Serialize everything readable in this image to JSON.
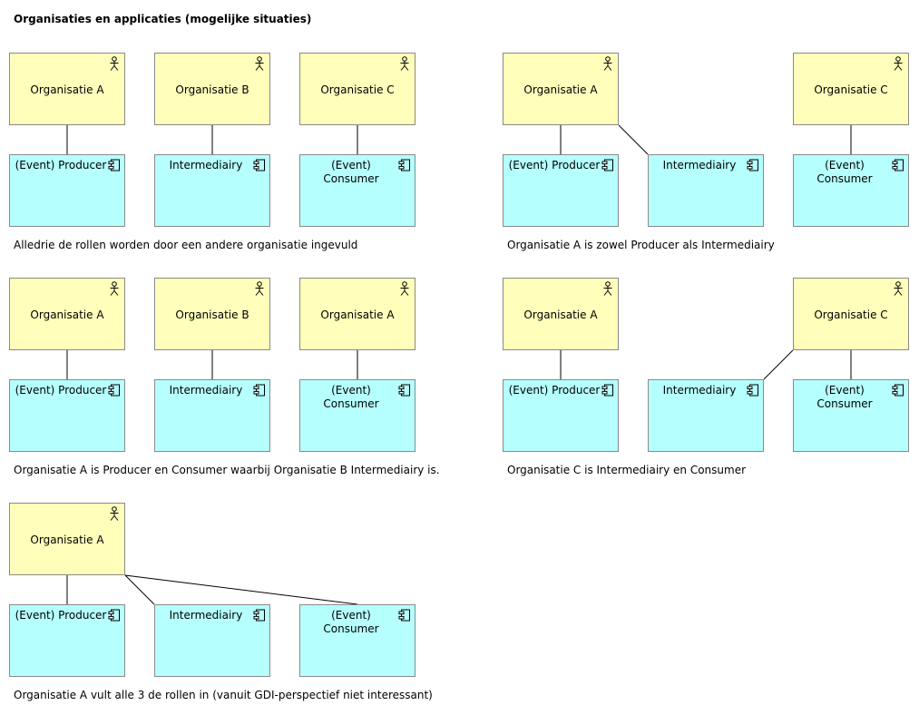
{
  "title": "Organisaties en applicaties (mogelijke situaties)",
  "icons": {
    "actor": "actor-icon",
    "component": "application-component-icon"
  },
  "colors": {
    "actor_fill": "#ffffbb",
    "application_fill": "#b5ffff",
    "border": "#8a8a8a",
    "line": "#000000"
  },
  "scenarios": [
    {
      "actors": [
        "Organisatie A",
        "Organisatie B",
        "Organisatie C"
      ],
      "apps": [
        "(Event) Producer",
        "Intermediairy",
        "(Event) Consumer"
      ],
      "links": [
        [
          0,
          0
        ],
        [
          1,
          1
        ],
        [
          2,
          2
        ]
      ],
      "caption": "Alledrie de rollen worden door een andere organisatie ingevuld"
    },
    {
      "actors": [
        "Organisatie A",
        null,
        "Organisatie C"
      ],
      "apps": [
        "(Event) Producer",
        "Intermediairy",
        "(Event) Consumer"
      ],
      "links": [
        [
          0,
          0
        ],
        [
          0,
          1
        ],
        [
          2,
          2
        ]
      ],
      "caption": "Organisatie A is zowel Producer als Intermediairy"
    },
    {
      "actors": [
        "Organisatie A",
        "Organisatie B",
        "Organisatie A"
      ],
      "apps": [
        "(Event) Producer",
        "Intermediairy",
        "(Event) Consumer"
      ],
      "links": [
        [
          0,
          0
        ],
        [
          1,
          1
        ],
        [
          2,
          2
        ]
      ],
      "caption": "Organisatie A is Producer en Consumer waarbij Organisatie B Intermediairy is."
    },
    {
      "actors": [
        "Organisatie A",
        null,
        "Organisatie C"
      ],
      "apps": [
        "(Event) Producer",
        "Intermediairy",
        "(Event) Consumer"
      ],
      "links": [
        [
          0,
          0
        ],
        [
          2,
          1
        ],
        [
          2,
          2
        ]
      ],
      "caption": "Organisatie C is Intermediairy en Consumer"
    },
    {
      "actors": [
        "Organisatie A",
        null,
        null
      ],
      "apps": [
        "(Event) Producer",
        "Intermediairy",
        "(Event) Consumer"
      ],
      "links": [
        [
          0,
          0
        ],
        [
          0,
          1
        ],
        [
          0,
          2
        ]
      ],
      "caption": "Organisatie A vult alle 3 de rollen in (vanuit GDI-perspectief niet interessant)"
    }
  ]
}
